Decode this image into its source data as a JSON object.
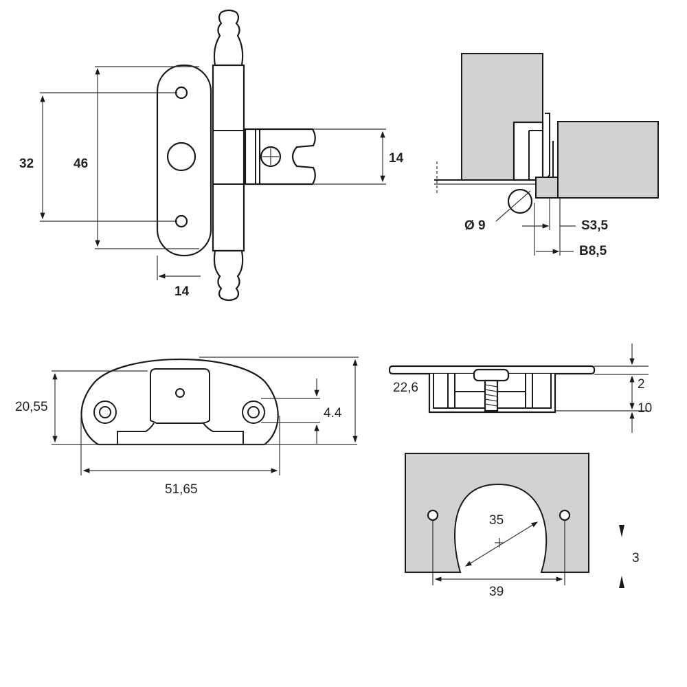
{
  "hinge_front_view": {
    "dim_holes": "32",
    "dim_plate_height": "46",
    "dim_knuckle": "14",
    "dim_plate_width": "14"
  },
  "hinge_section_view": {
    "dim_diameter": "Ø 9",
    "dim_s": "S3,5",
    "dim_b": "B8,5"
  },
  "plate_front_view": {
    "dim_height": "20,55",
    "dim_width": "51,65",
    "dim_hole_dia": "4.4"
  },
  "plate_side_view": {
    "dim_depth": "22,6",
    "dim_thickness": "2",
    "dim_height": "10"
  },
  "cutout_view": {
    "dim_bore": "35",
    "dim_hole_spacing": "39",
    "dim_edge": "3"
  },
  "colors": {
    "line": "#1a1a1a",
    "material_fill": "#d2d2d2"
  }
}
